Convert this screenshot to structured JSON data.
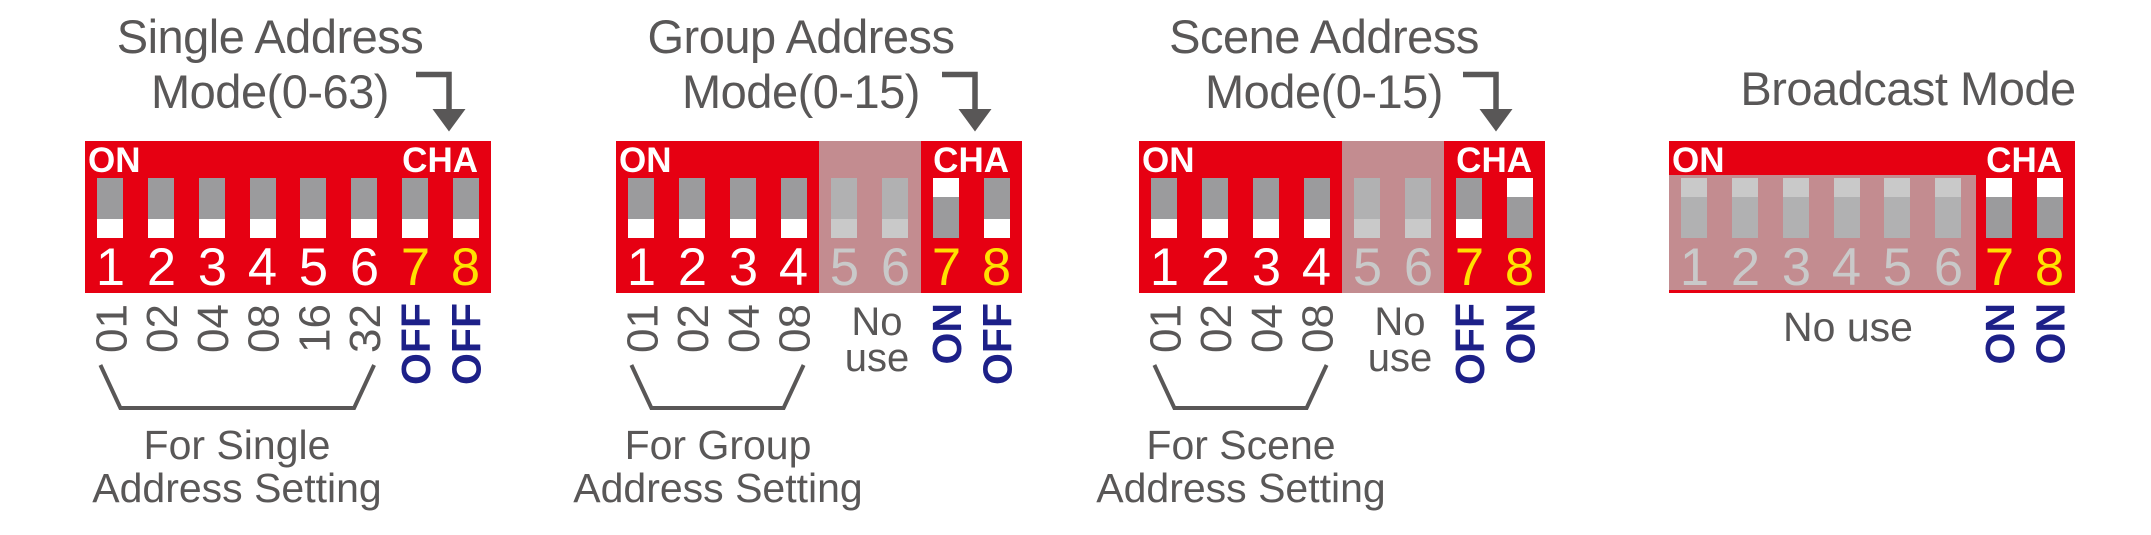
{
  "colors": {
    "panel_red": "#e60012",
    "switch_slot_gray": "#9b9b9d",
    "switch_handle_white": "#ffffff",
    "text_gray": "#595757",
    "onoff_navy": "#1d2088",
    "channel_yellow": "#ffe100",
    "muted_overlay": "rgba(184,184,184,0.76)"
  },
  "panels": [
    {
      "title_lines": [
        "Single Address",
        "Mode(0-63)"
      ],
      "on_label": "ON",
      "cha_label": "CHA",
      "switch_numbers": [
        "1",
        "2",
        "3",
        "4",
        "5",
        "6",
        "7",
        "8"
      ],
      "switch_states": [
        "off",
        "off",
        "off",
        "off",
        "off",
        "off",
        "off",
        "off"
      ],
      "column_labels": [
        "01",
        "02",
        "04",
        "08",
        "16",
        "32",
        "OFF",
        "OFF"
      ],
      "caption_lines": [
        "For Single",
        "Address Setting"
      ]
    },
    {
      "title_lines": [
        "Group Address",
        "Mode(0-15)"
      ],
      "on_label": "ON",
      "cha_label": "CHA",
      "switch_numbers": [
        "1",
        "2",
        "3",
        "4",
        "5",
        "6",
        "7",
        "8"
      ],
      "switch_states": [
        "off",
        "off",
        "off",
        "off",
        "off",
        "off",
        "on",
        "off"
      ],
      "column_labels": [
        "01",
        "02",
        "04",
        "08",
        "",
        "",
        "ON",
        "OFF"
      ],
      "no_use_lines": [
        "No",
        "use"
      ],
      "caption_lines": [
        "For Group",
        "Address Setting"
      ]
    },
    {
      "title_lines": [
        "Scene Address",
        "Mode(0-15)"
      ],
      "on_label": "ON",
      "cha_label": "CHA",
      "switch_numbers": [
        "1",
        "2",
        "3",
        "4",
        "5",
        "6",
        "7",
        "8"
      ],
      "switch_states": [
        "off",
        "off",
        "off",
        "off",
        "off",
        "off",
        "off",
        "on"
      ],
      "column_labels": [
        "01",
        "02",
        "04",
        "08",
        "",
        "",
        "OFF",
        "ON"
      ],
      "no_use_lines": [
        "No",
        "use"
      ],
      "caption_lines": [
        "For Scene",
        "Address Setting"
      ]
    },
    {
      "title_lines": [
        "Broadcast Mode"
      ],
      "on_label": "ON",
      "cha_label": "CHA",
      "switch_numbers": [
        "1",
        "2",
        "3",
        "4",
        "5",
        "6",
        "7",
        "8"
      ],
      "switch_states": [
        "on",
        "on",
        "on",
        "on",
        "on",
        "on",
        "on",
        "on"
      ],
      "column_labels": [
        "",
        "",
        "",
        "",
        "",
        "",
        "ON",
        "ON"
      ],
      "no_use_single": "No use",
      "caption_lines": []
    }
  ]
}
